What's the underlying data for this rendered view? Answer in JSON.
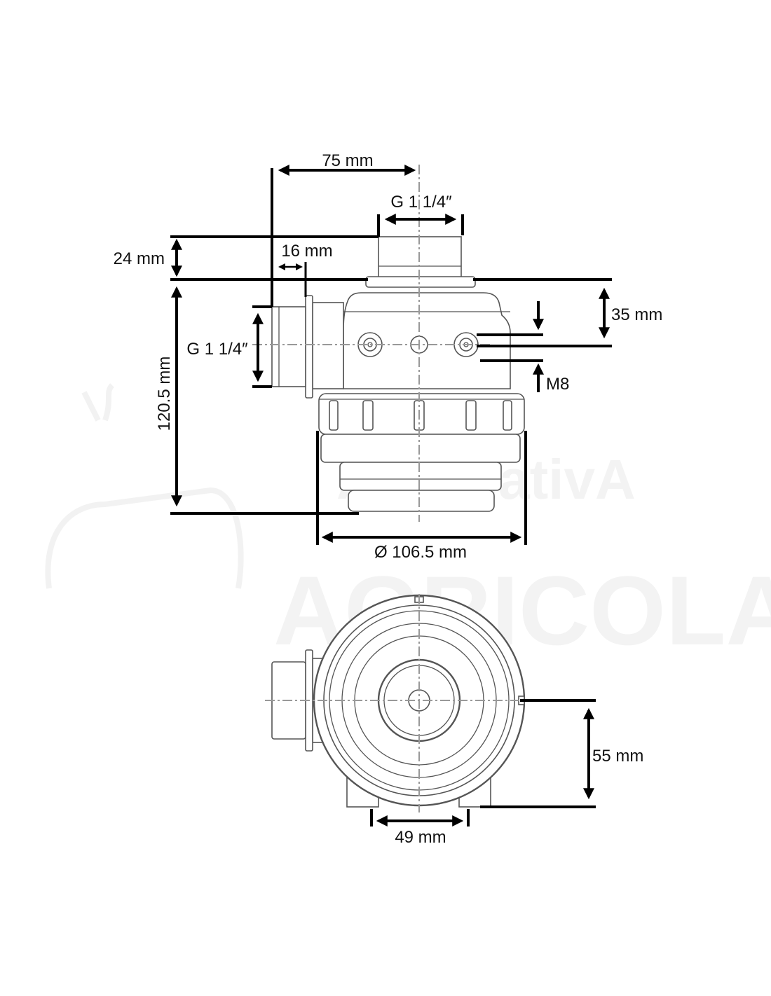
{
  "watermark": {
    "line1": "AlternativA",
    "line2": "AGRICOLA"
  },
  "top_view": {
    "dim_width_to_center": "75 mm",
    "dim_top_thread": "G 1 1/4″",
    "dim_top_pipe_height": "24 mm",
    "dim_side_offset": "16 mm",
    "dim_side_thread": "G 1 1/4″",
    "dim_height": "120.5 mm",
    "dim_bolt_height": "35 mm",
    "dim_bolt": "M8",
    "dim_diameter": "Ø 106.5 mm"
  },
  "bottom_view": {
    "dim_foot_height": "55 mm",
    "dim_foot_spacing": "49 mm"
  }
}
